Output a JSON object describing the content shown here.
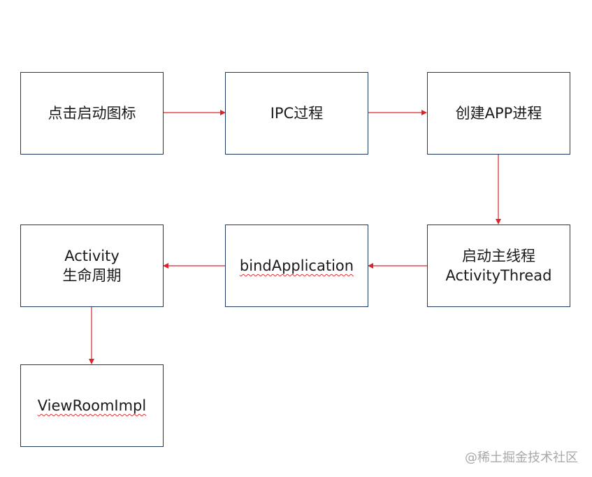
{
  "nodes": {
    "click_icon": {
      "label": "点击启动图标"
    },
    "ipc": {
      "label": "IPC过程"
    },
    "create_app": {
      "label": "创建APP进程"
    },
    "main_thread": {
      "line1": "启动主线程",
      "line2": "ActivityThread"
    },
    "bind_app": {
      "label": "bindApplication"
    },
    "lifecycle": {
      "line1": "Activity",
      "line2": "生命周期"
    },
    "view_root": {
      "label": "ViewRoomImpl"
    }
  },
  "edges": [
    {
      "from": "点击启动图标",
      "to": "IPC过程"
    },
    {
      "from": "IPC过程",
      "to": "创建APP进程"
    },
    {
      "from": "创建APP进程",
      "to": "启动主线程 ActivityThread"
    },
    {
      "from": "启动主线程 ActivityThread",
      "to": "bindApplication"
    },
    {
      "from": "bindApplication",
      "to": "Activity 生命周期"
    },
    {
      "from": "Activity 生命周期",
      "to": "ViewRoomImpl"
    }
  ],
  "colors": {
    "arrow": "#d9262c",
    "border": "#1f3a5f"
  },
  "watermark": "@稀土掘金技术社区"
}
